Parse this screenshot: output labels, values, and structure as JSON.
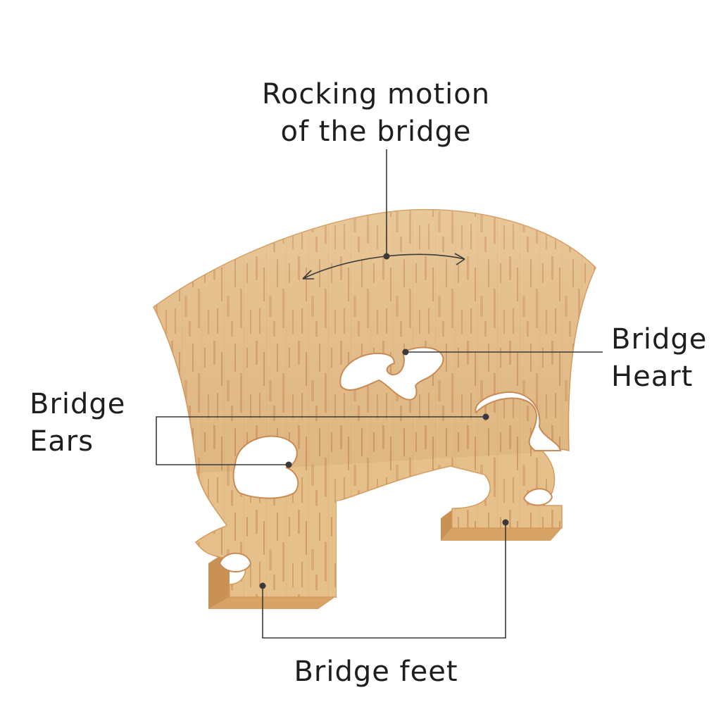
{
  "labels": {
    "rocking": {
      "line1": "Rocking motion",
      "line2": "of the bridge"
    },
    "heart": {
      "line1": "Bridge",
      "line2": "Heart"
    },
    "ears": {
      "line1": "Bridge",
      "line2": "Ears"
    },
    "feet": {
      "line1": "Bridge feet"
    }
  },
  "colors": {
    "wood_light": "#e9c894",
    "wood_mid": "#d9a86a",
    "wood_dark": "#b9703f",
    "wood_side": "#c99154",
    "leader": "#3a3a3a",
    "text": "#1e1e1e"
  }
}
